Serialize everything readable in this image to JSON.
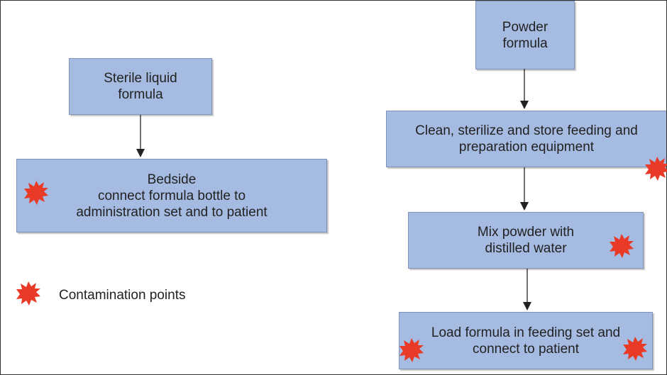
{
  "diagram": {
    "left_flow": {
      "nodes": [
        {
          "lines": [
            "Sterile liquid",
            "formula"
          ]
        },
        {
          "lines": [
            "Bedside",
            "connect formula bottle to",
            "administration set and to patient"
          ]
        }
      ]
    },
    "right_flow": {
      "nodes": [
        {
          "lines": [
            "Powder",
            "formula"
          ]
        },
        {
          "lines": [
            "Clean, sterilize and store feeding and",
            "preparation equipment"
          ]
        },
        {
          "lines": [
            "Mix powder with",
            "distilled water"
          ]
        },
        {
          "lines": [
            "Load formula in feeding set and",
            "connect to patient"
          ]
        }
      ]
    },
    "legend": {
      "label": "Contamination points",
      "icon": "starburst-icon"
    },
    "colors": {
      "box_fill": "#a6bbe1",
      "box_border": "#7f92b8",
      "arrow": "#222222",
      "contamination_marker": "#e83a26"
    }
  }
}
